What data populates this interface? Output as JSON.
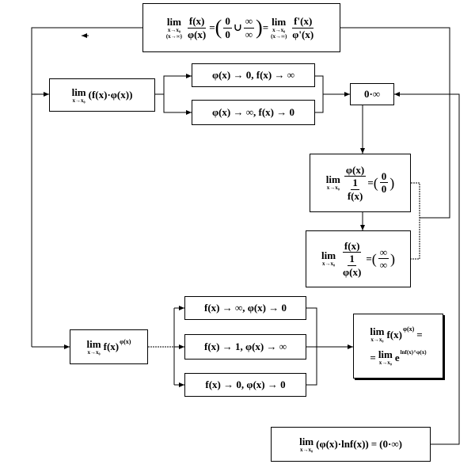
{
  "top_rule": {
    "lim": "lim",
    "sub_line1": "x→x₀",
    "sub_line2": "(x→∞)",
    "num": "f(x)",
    "den": "φ(x)",
    "eq": "=",
    "paren_open": "(",
    "frac1_num": "0",
    "frac1_den": "0",
    "cup": "∪",
    "frac2_num": "∞",
    "frac2_den": "∞",
    "paren_close": ")",
    "eq2": "=",
    "lim2": "lim",
    "sub2_line1": "x→x₀",
    "sub2_line2": "(x→∞)",
    "num2": "f'(x)",
    "den2": "φ'(x)"
  },
  "product_limit": {
    "lim": "lim",
    "sub": "x→x₀",
    "expr": "(f(x)·φ(x))"
  },
  "case_phi0_finf": {
    "text": "φ(x) → 0, f(x) → ∞"
  },
  "case_phiinf_f0": {
    "text": "φ(x) → ∞, f(x) → 0"
  },
  "zero_times_inf": {
    "text": "0·∞"
  },
  "rewrite_00": {
    "lim": "lim",
    "sub": "x→x₀",
    "outer_num": "φ(x)",
    "inner_num": "1",
    "inner_den": "f(x)",
    "eq": "=",
    "paren_open": "(",
    "r_num": "0",
    "r_den": "0",
    "paren_close": ")"
  },
  "rewrite_infinf": {
    "lim": "lim",
    "sub": "x→x₀",
    "outer_num": "f(x)",
    "inner_num": "1",
    "inner_den": "φ(x)",
    "eq": "=",
    "paren_open": "(",
    "r_num": "∞",
    "r_den": "∞",
    "paren_close": ")"
  },
  "power_limit": {
    "lim": "lim",
    "sub": "x→x₀",
    "base": "f(x)",
    "exp": "φ(x)"
  },
  "case_finf_phi0": {
    "text": "f(x) → ∞, φ(x) → 0"
  },
  "case_f1_phiinf": {
    "text": "f(x) → 1, φ(x) → ∞"
  },
  "case_f0_phi0": {
    "text": "f(x) → 0, φ(x) → 0"
  },
  "exp_rewrite": {
    "lim": "lim",
    "sub": "x→x₀",
    "base": "f(x)",
    "exp": "φ(x)",
    "eq": "=",
    "eq2": "=",
    "lim2": "lim",
    "sub2": "x→x₀",
    "e": "e",
    "e_exp": "lnf(x)^φ(x)"
  },
  "log_rewrite": {
    "lim": "lim",
    "sub": "x→x₀",
    "expr": "(φ(x)·lnf(x))",
    "eq": "=",
    "result": "(0·∞)"
  }
}
